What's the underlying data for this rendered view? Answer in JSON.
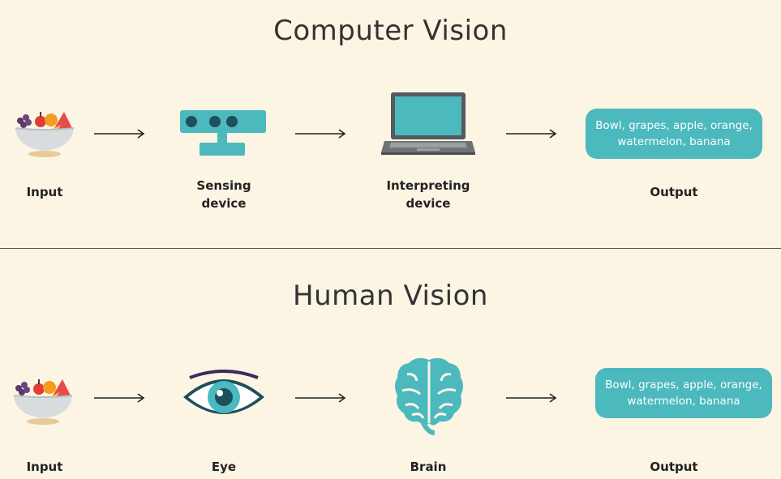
{
  "computer_vision": {
    "title": "Computer Vision",
    "steps": [
      {
        "label": "Input",
        "icon": "fruit-bowl-icon"
      },
      {
        "label": "Sensing\ndevice",
        "icon": "depth-camera-icon"
      },
      {
        "label": "Interpreting\ndevice",
        "icon": "laptop-icon"
      },
      {
        "label": "Output"
      }
    ],
    "output_text": "Bowl, grapes, apple, orange, watermelon, banana"
  },
  "human_vision": {
    "title": "Human Vision",
    "steps": [
      {
        "label": "Input",
        "icon": "fruit-bowl-icon"
      },
      {
        "label": "Eye",
        "icon": "eye-icon"
      },
      {
        "label": "Brain",
        "icon": "brain-icon"
      },
      {
        "label": "Output"
      }
    ],
    "output_text": "Bowl, grapes, apple, orange, watermelon, banana"
  },
  "colors": {
    "background": "#fcf5e3",
    "accent_teal": "#4bb9bd",
    "dark_teal": "#1d4f5c"
  }
}
